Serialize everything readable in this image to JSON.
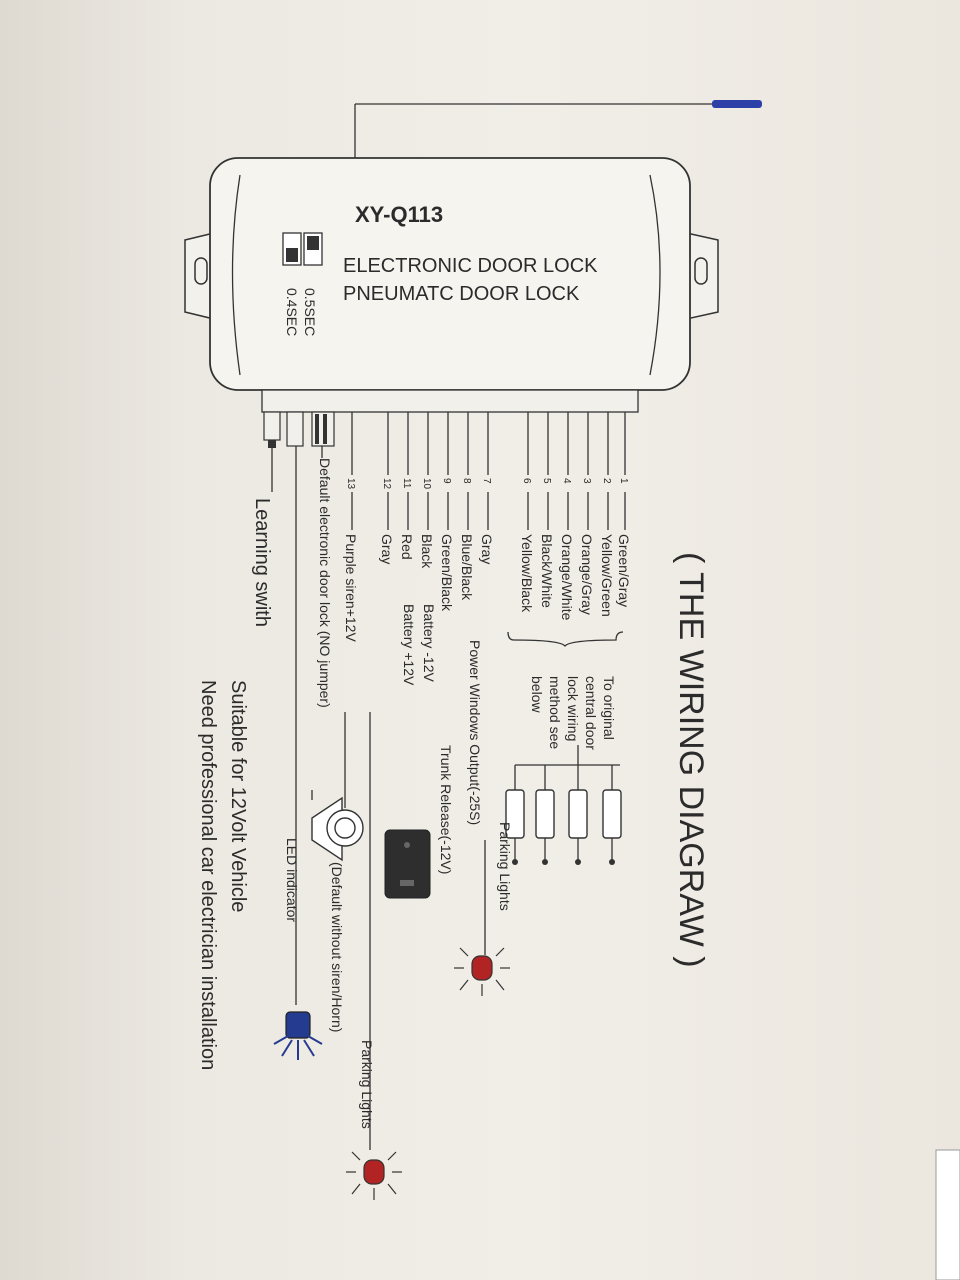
{
  "title": "( THE WIRING DIAGRAW )",
  "module": {
    "model": "XY-Q113",
    "line1": "ELECTRONIC DOOR LOCK",
    "line2": "PNEUMATC DOOR LOCK",
    "time1": "0.5SEC",
    "time2": "0.4SEC"
  },
  "wires": [
    {
      "num": "1",
      "color": "Green/Gray"
    },
    {
      "num": "2",
      "color": "Yellow/Green"
    },
    {
      "num": "3",
      "color": "Orange/Gray"
    },
    {
      "num": "4",
      "color": "Orange/White"
    },
    {
      "num": "5",
      "color": "Black/White"
    },
    {
      "num": "6",
      "color": "Yellow/Black"
    },
    {
      "num": "7",
      "color": "Gray"
    },
    {
      "num": "8",
      "color": "Blue/Black"
    },
    {
      "num": "9",
      "color": "Green/Black"
    },
    {
      "num": "10",
      "color": "Black"
    },
    {
      "num": "11",
      "color": "Red"
    },
    {
      "num": "12",
      "color": "Gray"
    },
    {
      "num": "13",
      "color": "Purple siren+12V"
    }
  ],
  "central_lock_note": [
    "To original",
    "central door",
    "lock wiring",
    "method see",
    "below"
  ],
  "functions": {
    "parking_lights_1": "Parking Lights",
    "power_windows": "Power Windows Output(-25S)",
    "trunk_release": "Trunk Release(-12V)",
    "battery_neg": "Battery  -12V",
    "battery_pos": "Battery +12V",
    "default_siren": "(Default without siren/Horn)",
    "parking_lights_2": "Parking Lights",
    "default_lock": "Default electronic door lock (NO jumper)",
    "led_indicator": "LED indicator",
    "learning": "Learning swith"
  },
  "footer": {
    "line1": "Suitable for 12Volt Vehicle",
    "line2": "Need professional car electrician installation"
  },
  "colors": {
    "model_text": "#cc2b2b",
    "antenna": "#2d40a8",
    "lamp_red": "#c0282b",
    "led_blue": "#2d3fa0"
  }
}
